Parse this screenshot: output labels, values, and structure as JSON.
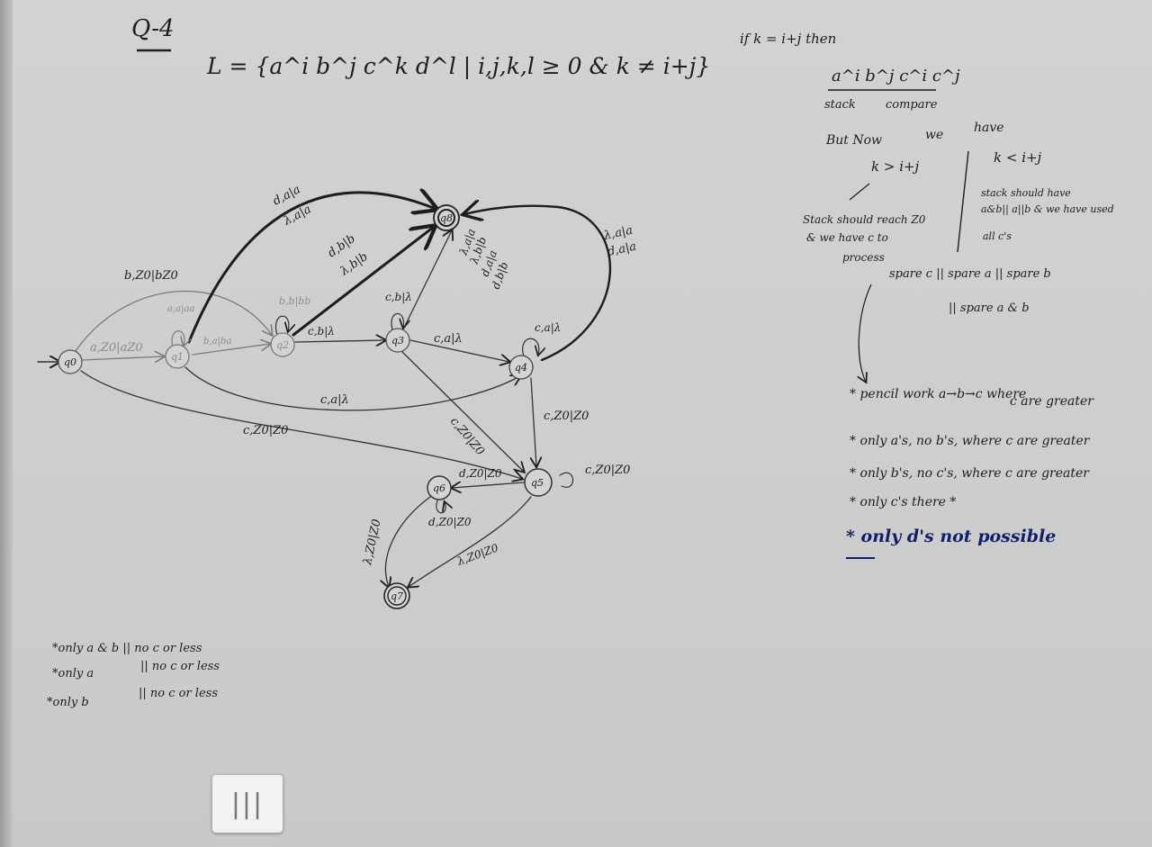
{
  "title": "Q-4",
  "language": "L = {a^i b^j c^k d^l | i,j,k,l ≥ 0 & k ≠ i+j}",
  "states": [
    "q0",
    "q1",
    "q2",
    "q3",
    "q4",
    "q5",
    "q6",
    "q7",
    "q8"
  ],
  "edge_labels": {
    "q0_q1": "a,Z0|aZ0",
    "q0_q2_top": "b,Z0|bZ0",
    "q0_q5": "c,Z0|Z0",
    "q1_loop": "a,a|aa",
    "q1_q2": "b,a|ba",
    "q1_q4": "c,a|λ",
    "q1_final_1": "d,a|a",
    "q1_final_2": "λ,a|a",
    "q2_loop": "b,b|bb",
    "q2_q3": "c,b|λ",
    "q2_final_1": "d,b|b",
    "q2_final_2": "λ,b|b",
    "q3_loop": "c,b|λ",
    "q3_q4": "c,a|λ",
    "q3_q5": "c,Z0|Z0",
    "q3_final_1": "λ,a|a",
    "q3_final_2": "λ,b|b",
    "q3_final_3": "d,a|a",
    "q3_final_4": "d,b|b",
    "q4_loop": "c,a|λ",
    "q4_final_1": "λ,a|a",
    "q4_final_2": "d,a|a",
    "q4_q5": "c,Z0|Z0",
    "q5_loop": "c,Z0|Z0",
    "q5_q6": "d,Z0|Z0",
    "q6_loop": "d,Z0|Z0",
    "q6_q7": "λ,Z0|Z0",
    "q5_q7": "λ,Z0|Z0"
  },
  "right_notes": {
    "line1": "if k = i+j then",
    "line2": "a^i b^j c^i c^j",
    "line3a": "stack",
    "line3b": "compare",
    "line4a": "But Now",
    "line4b": "we",
    "line4c": "have",
    "case_gt": "k > i+j",
    "case_lt": "k < i+j",
    "gt_1": "Stack should reach Z0",
    "gt_2": "& we have c to",
    "gt_3": "process",
    "lt_1": "stack should have",
    "lt_2": "a&b|| a||b & we have used",
    "lt_3": "all c's",
    "spare_1": "spare c || spare a || spare b",
    "spare_2": "|| spare a & b",
    "bullet_1": "* pencil work a→b→c where",
    "bullet_1b": "c are greater",
    "bullet_2": "* only a's, no b's, where c are greater",
    "bullet_3": "* only b's, no c's, where c are greater",
    "bullet_4": "* only c's there *",
    "bullet_5": "* only d's not possible"
  },
  "bottom_notes": {
    "n1": "*only a & b || no c or less",
    "n2a": "*only a",
    "n2b": "|| no c or less",
    "n3a": "*only b",
    "n3b": "|| no c or less"
  },
  "scroll_handle": "|||",
  "colors": {
    "ink": "#1d1d1d",
    "blue_ink": "#101f6a",
    "paper": "#cfcfcf"
  }
}
